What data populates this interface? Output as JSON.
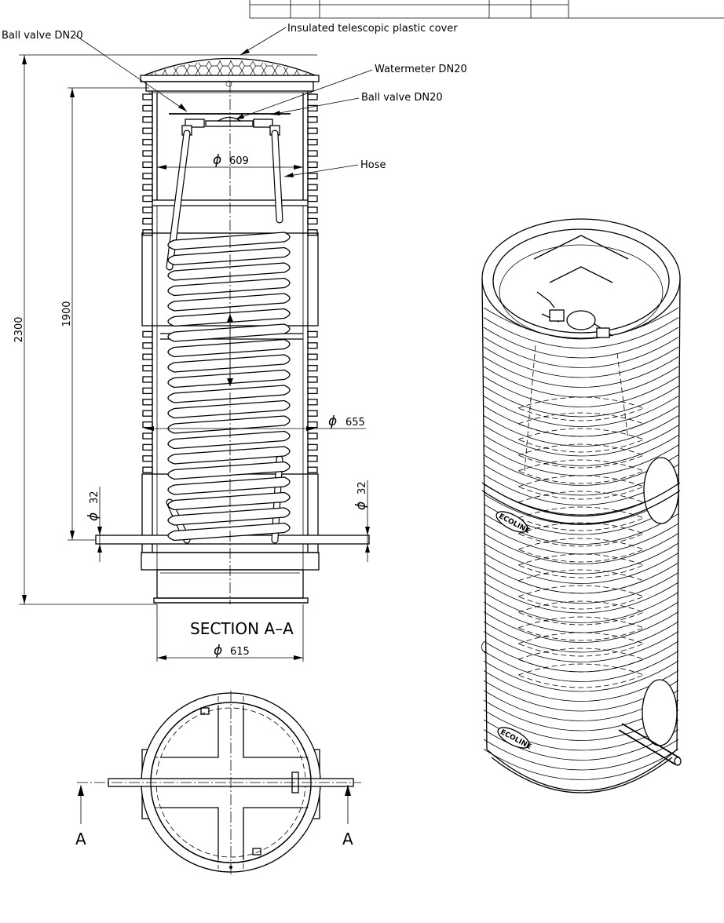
{
  "labels": {
    "cover": "Insulated telescopic plastic cover",
    "ball_valve_left": "Ball valve DN20",
    "watermeter": "Watermeter DN20",
    "ball_valve_right": "Ball valve DN20",
    "hose": "Hose"
  },
  "dimensions": {
    "total_height": "2300",
    "depth": "1900",
    "inner_diameter": "609",
    "outer_diameter": "655",
    "base_diameter": "615",
    "pipe_left": "32",
    "pipe_right": "32",
    "phi_symbol": "ϕ"
  },
  "section": {
    "title": "SECTION A–A",
    "marker_left": "A",
    "marker_right": "A"
  },
  "brand_marks": [
    "ECOLINE",
    "ECOLINE"
  ]
}
